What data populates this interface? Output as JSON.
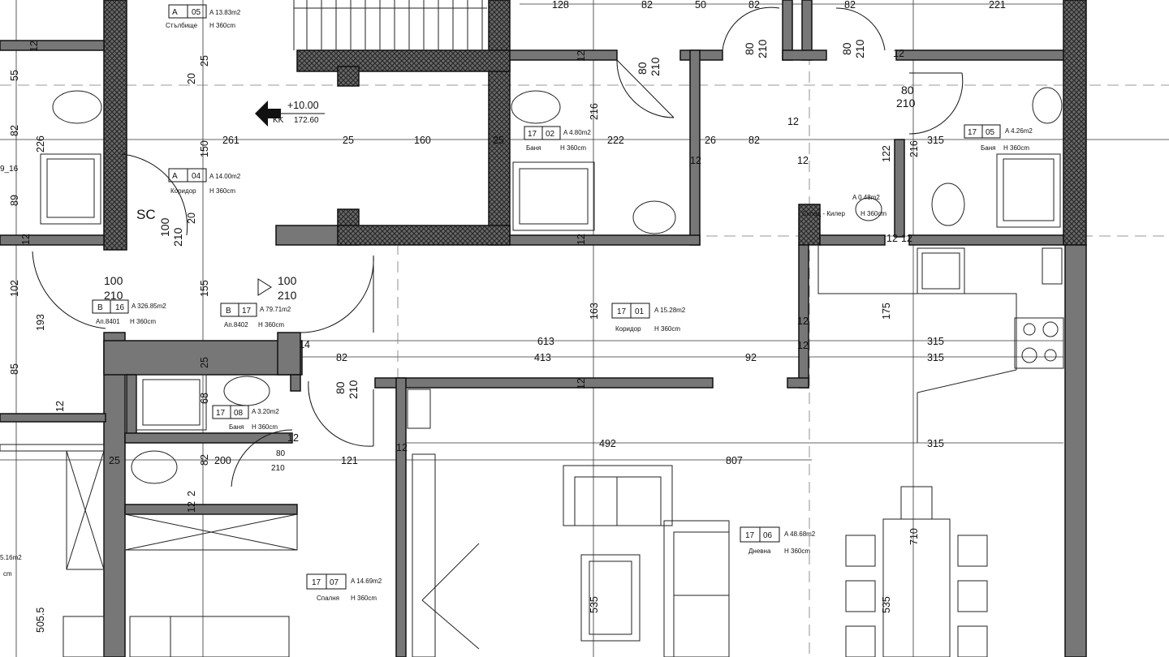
{
  "level_marker": {
    "elevation": "+10.00",
    "kk_label": "KK",
    "kk_value": "172.60"
  },
  "stair_label": "SC",
  "rooms": [
    {
      "id": "r1",
      "code_a": "A",
      "code_b": "05",
      "area": "A 13.83m2",
      "name": "Стълбище",
      "height": "H 360cm"
    },
    {
      "id": "r2",
      "code_a": "A",
      "code_b": "04",
      "area": "A 14.00m2",
      "name": "Коридор",
      "height": "H 360cm"
    },
    {
      "id": "r3",
      "code_a": "17",
      "code_b": "02",
      "area": "A 4.80m2",
      "name": "Баня",
      "height": "H 360cm"
    },
    {
      "id": "r4",
      "code_a": "17",
      "code_b": "05",
      "area": "A 4.26m2",
      "name": "Баня",
      "height": "H 360cm"
    },
    {
      "id": "r5",
      "code_a": "B",
      "code_b": "16",
      "area": "A 326.85m2",
      "name": "Ап.8401",
      "height": "H 360cm"
    },
    {
      "id": "r6",
      "code_a": "B",
      "code_b": "17",
      "area": "A 79.71m2",
      "name": "Ап.8402",
      "height": "H 360cm"
    },
    {
      "id": "r7",
      "code_a": "17",
      "code_b": "01",
      "area": "A 15.28m2",
      "name": "Коридор",
      "height": "H 360cm"
    },
    {
      "id": "r8",
      "code_a": "17",
      "code_b": "08",
      "area": "A 3.20m2",
      "name": "Баня",
      "height": "H 360cm"
    },
    {
      "id": "r9",
      "code_a": "17",
      "code_b": "06",
      "area": "A 48.68m2",
      "name": "Дневна",
      "height": "H 360cm"
    },
    {
      "id": "r10",
      "code_a": "17",
      "code_b": "07",
      "area": "A 14.69m2",
      "name": "Спалня",
      "height": "H 360cm"
    }
  ],
  "small_labels": {
    "storage": "Склад - Килер",
    "storage_area": "A 0.48m2",
    "storage_height": "H 360cm",
    "left_tag": "9_16",
    "left_area": "5.16m2",
    "left_height": "cm"
  },
  "doors": [
    {
      "w": "80",
      "h": "210"
    },
    {
      "w": "80",
      "h": "210"
    },
    {
      "w": "80",
      "h": "210"
    },
    {
      "w": "80",
      "h": "210"
    },
    {
      "w": "100",
      "h": "210"
    },
    {
      "w": "100",
      "h": "210"
    },
    {
      "w": "100",
      "h": "210"
    },
    {
      "w": "80",
      "h": "210"
    },
    {
      "w": "80",
      "h": "210"
    }
  ],
  "dimensions": {
    "top": [
      "128",
      "82",
      "50",
      "82",
      "82",
      "221"
    ],
    "row172": [
      "261",
      "25",
      "160",
      "25",
      "222",
      "26",
      "82",
      "315"
    ],
    "row420": [
      "613",
      "315"
    ],
    "row440": [
      "14",
      "82",
      "413",
      "92",
      "315"
    ],
    "row546": [
      "492",
      "315"
    ],
    "row567": [
      "25",
      "200",
      "121",
      "807"
    ],
    "vert_col250": [
      "25",
      "20",
      "150",
      "20",
      "155",
      "25",
      "68",
      "82",
      "12",
      "2"
    ],
    "vert_left": [
      "12",
      "55",
      "82",
      "226",
      "89",
      "102",
      "193",
      "85",
      "12",
      "505.5"
    ],
    "misc_12": "12",
    "misc_216": "216",
    "misc_163": "163",
    "misc_175": "175",
    "misc_122": "122",
    "misc_710": "710",
    "misc_535": "535"
  }
}
